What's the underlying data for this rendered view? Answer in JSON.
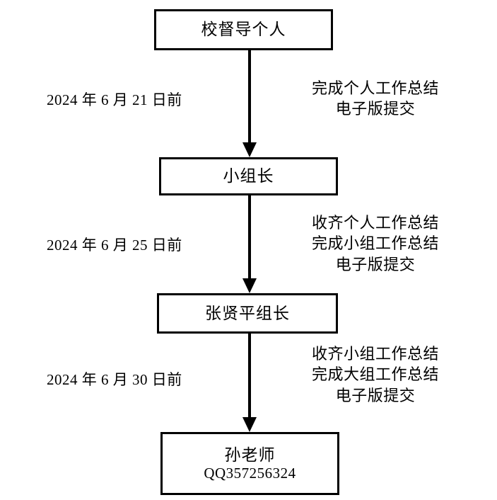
{
  "diagram": {
    "type": "vertical-flowchart",
    "orientation": "top-to-bottom",
    "background_color": "#ffffff",
    "line_color": "#000000",
    "nodes": [
      {
        "id": "node-1",
        "title": "校督导个人",
        "subtitle": ""
      },
      {
        "id": "node-2",
        "title": "小组长",
        "subtitle": ""
      },
      {
        "id": "node-3",
        "title": "张贤平组长",
        "subtitle": ""
      },
      {
        "id": "node-4",
        "title": "孙老师",
        "subtitle": "QQ357256324"
      }
    ],
    "edges": [
      {
        "id": "edge-1",
        "from": "node-1",
        "to": "node-2",
        "deadline": "2024 年 6 月 21 日前",
        "tasks": [
          "完成个人工作总结",
          "电子版提交"
        ]
      },
      {
        "id": "edge-2",
        "from": "node-2",
        "to": "node-3",
        "deadline": "2024 年 6 月 25 日前",
        "tasks": [
          "收齐个人工作总结",
          "完成小组工作总结",
          "电子版提交"
        ]
      },
      {
        "id": "edge-3",
        "from": "node-3",
        "to": "node-4",
        "deadline": "2024 年 6 月 30 日前",
        "tasks": [
          "收齐小组工作总结",
          "完成大组工作总结",
          "电子版提交"
        ]
      }
    ]
  }
}
